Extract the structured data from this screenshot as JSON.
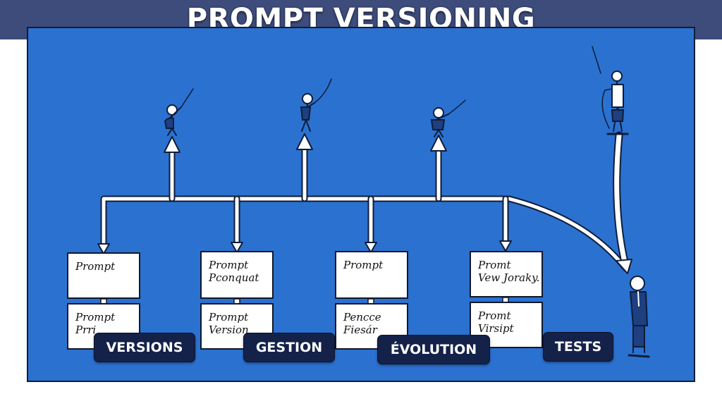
{
  "title": "PROMPT VERSIONING",
  "colors": {
    "title_bar": "#3d4c7a",
    "board": "#2b71d0",
    "badge": "#14224a",
    "card": "#ffffff"
  },
  "columns": [
    {
      "top_card": [
        "Prompt"
      ],
      "bottom_card": [
        "Prompt",
        "Prri"
      ],
      "badge": "VERSIONS"
    },
    {
      "top_card": [
        "Prompt",
        "Pconquat"
      ],
      "bottom_card": [
        "Prompt",
        "Version"
      ],
      "badge": "GESTION"
    },
    {
      "top_card": [
        "Prompt"
      ],
      "bottom_card": [
        "Pencce",
        "Fiesár"
      ],
      "badge": "ÉVOLUTION"
    },
    {
      "top_card": [
        "Promt",
        "Vew Jorаky."
      ],
      "bottom_card": [
        "Promt",
        "Virsipt"
      ],
      "badge": "TESTS"
    }
  ],
  "figures": [
    "stick-figure-with-rod",
    "stick-figure-with-rod",
    "stick-figure-with-rod",
    "stick-figure-with-rod",
    "stick-figure-standing"
  ]
}
